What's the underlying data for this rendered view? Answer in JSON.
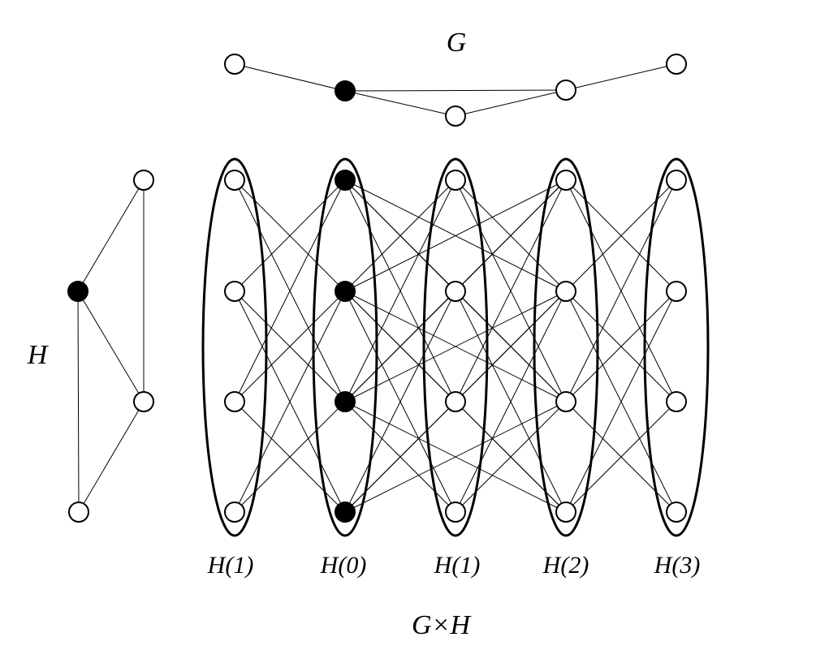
{
  "title": "G×H",
  "labels": {
    "g": "G",
    "h": "H",
    "columns": [
      "H(1)",
      "H(0)",
      "H(1)",
      "H(2)",
      "H(3)"
    ]
  },
  "colors": {
    "stroke": "#000000",
    "filled_vertex": "#000000",
    "empty_vertex": "#ffffff"
  },
  "graph_g": {
    "vertices": [
      {
        "id": "g0",
        "filled": false
      },
      {
        "id": "g1",
        "filled": true
      },
      {
        "id": "g2",
        "filled": false
      },
      {
        "id": "g3",
        "filled": false
      },
      {
        "id": "g4",
        "filled": false
      }
    ],
    "edges": [
      [
        "g0",
        "g1"
      ],
      [
        "g1",
        "g3"
      ],
      [
        "g1",
        "g2"
      ],
      [
        "g2",
        "g3"
      ],
      [
        "g3",
        "g4"
      ]
    ]
  },
  "graph_h": {
    "vertices": [
      {
        "id": "h0",
        "filled": false
      },
      {
        "id": "h1",
        "filled": true
      },
      {
        "id": "h2",
        "filled": false
      },
      {
        "id": "h3",
        "filled": false
      }
    ],
    "edges": [
      [
        "h0",
        "h1"
      ],
      [
        "h0",
        "h2"
      ],
      [
        "h1",
        "h2"
      ],
      [
        "h1",
        "h3"
      ],
      [
        "h2",
        "h3"
      ]
    ]
  },
  "product": {
    "rows": 4,
    "columns": 5,
    "filled_column": 1,
    "column_pairs": [
      [
        0,
        1
      ],
      [
        1,
        2
      ],
      [
        1,
        3
      ],
      [
        2,
        3
      ],
      [
        3,
        4
      ]
    ]
  }
}
